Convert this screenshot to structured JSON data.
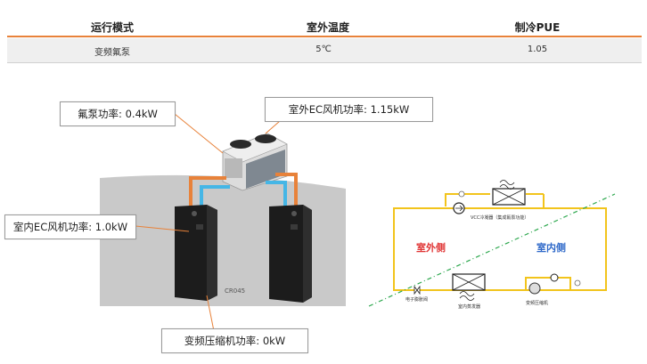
{
  "table": {
    "headers": [
      "运行模式",
      "室外温度",
      "制冷PUE"
    ],
    "row": [
      "变频氟泵",
      "5℃",
      "1.05"
    ]
  },
  "photo": {
    "unit_label": "CR045"
  },
  "callouts": {
    "fluorine_pump": "氟泵功率: 0.4kW",
    "outdoor_fan": "室外EC风机功率: 1.15kW",
    "indoor_fan": "室内EC风机功率: 1.0kW",
    "compressor": "变频压缩机功率: 0kW"
  },
  "schematic": {
    "outdoor_side": "室外侧",
    "indoor_side": "室内侧",
    "vcc_label": "VCC冷凝器（集成氟泵功能）",
    "valve_label": "电子膨胀阀",
    "evaporator_label": "室内蒸发器",
    "compressor_label": "变频压缩机"
  },
  "colors": {
    "accent_orange": "#e8823a",
    "pipe_yellow": "#f2c41c",
    "divider_green": "#2ea84f",
    "outdoor_red": "#e03434",
    "indoor_blue": "#2f69c9"
  }
}
